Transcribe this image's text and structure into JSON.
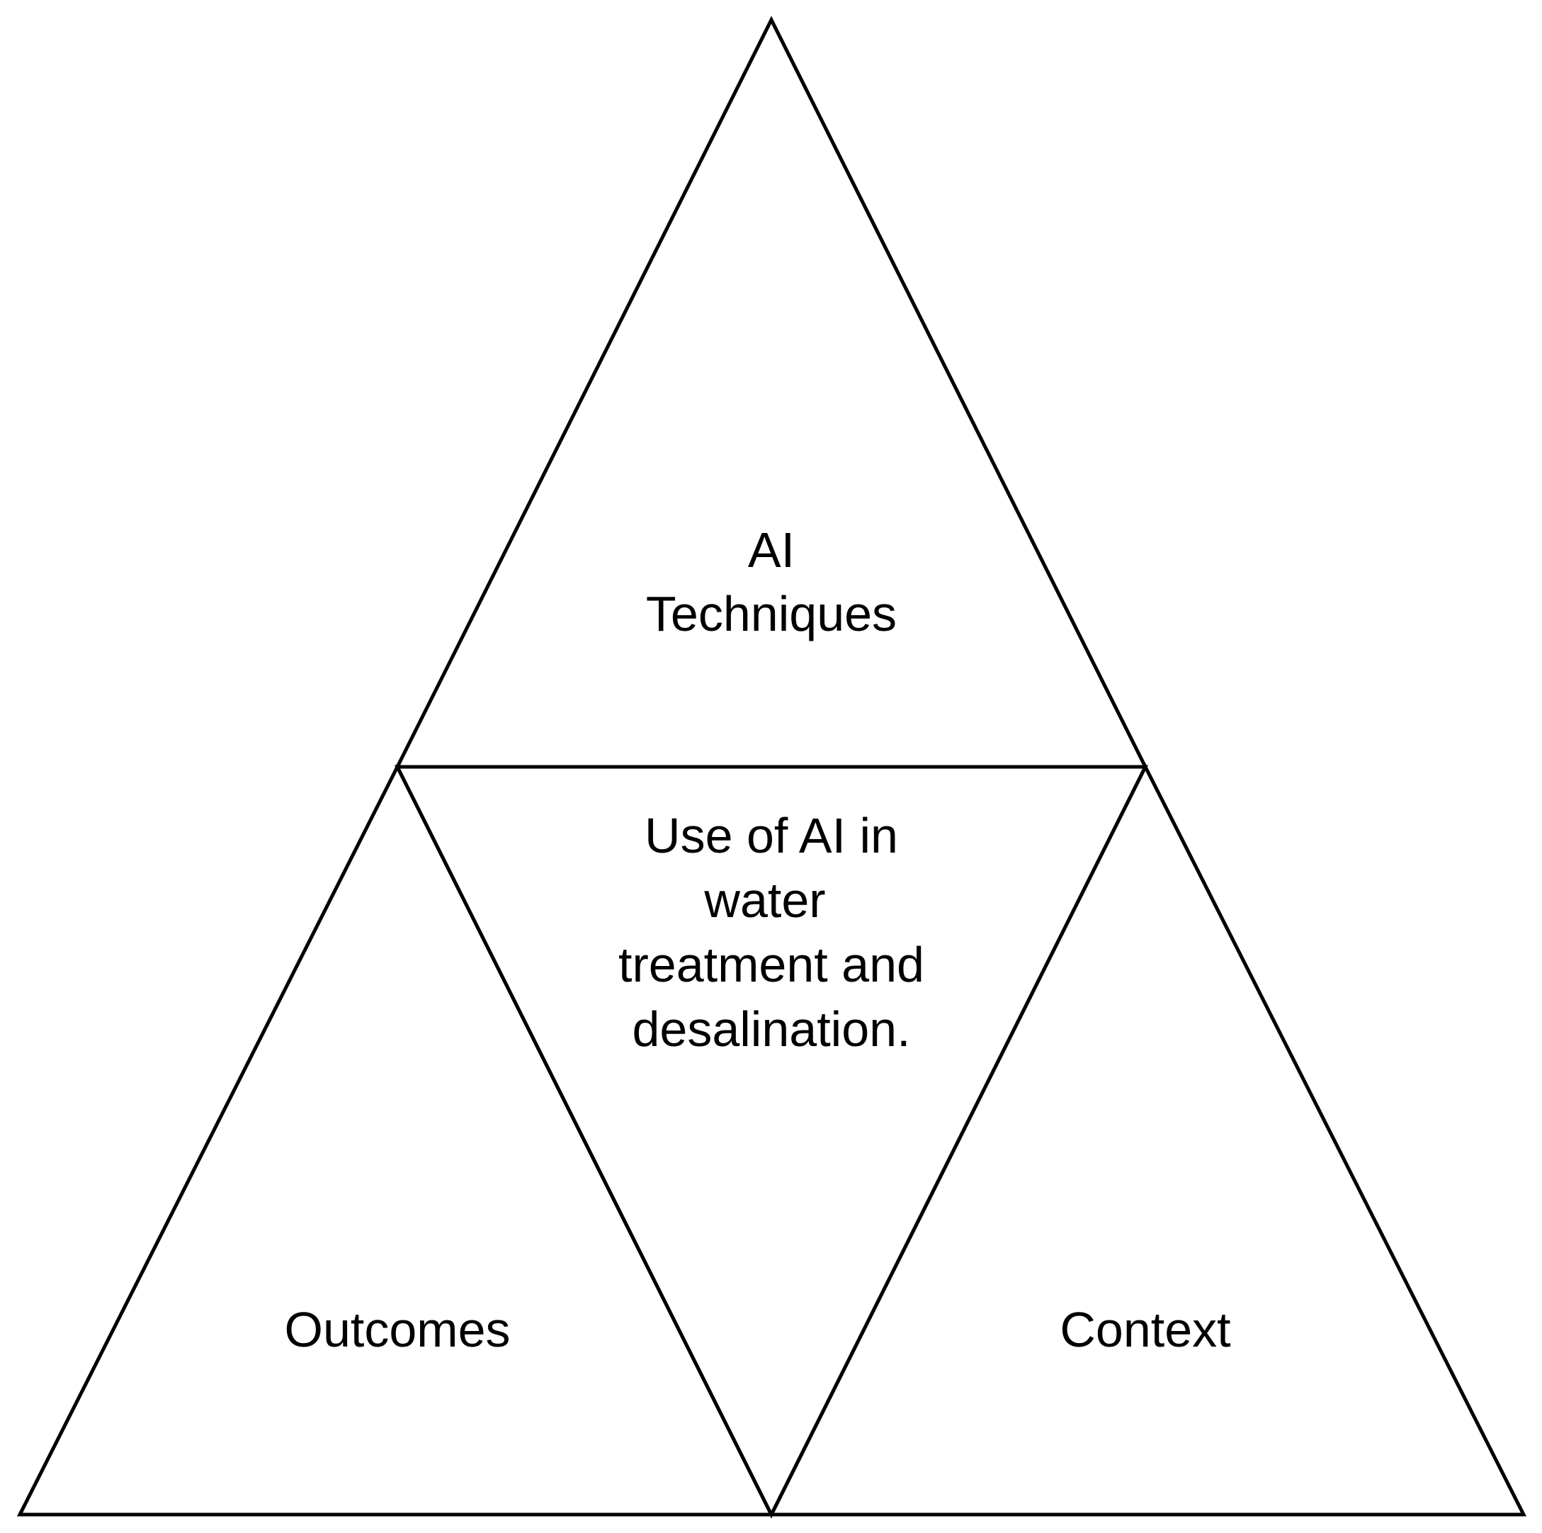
{
  "diagram": {
    "top": {
      "line1": "AI",
      "line2": "Techniques"
    },
    "center": {
      "line1": "Use of AI in",
      "line2": "water",
      "line3": "treatment and",
      "line4": "desalination."
    },
    "bottom_left": {
      "label": "Outcomes"
    },
    "bottom_right": {
      "label": "Context"
    },
    "colors": {
      "stroke": "#000000",
      "fill": "#ffffff",
      "text": "#000000"
    }
  }
}
